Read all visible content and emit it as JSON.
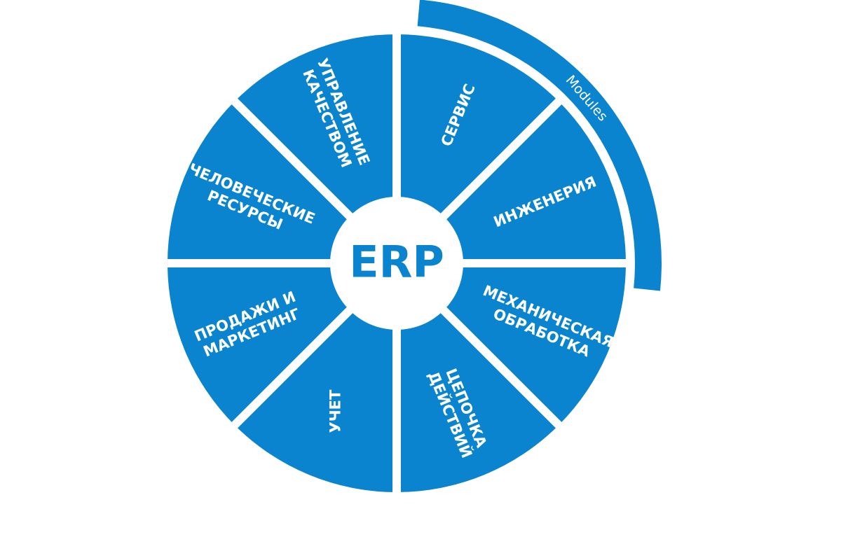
{
  "colors": {
    "segment": "#0a84cf",
    "separator": "#ffffff",
    "center_fill": "#ffffff",
    "center_text": "#0a84cf",
    "background": "#ffffff"
  },
  "center": {
    "label": "ERP"
  },
  "outer_ring": {
    "label": "Modules"
  },
  "segments": [
    {
      "id": "service",
      "lines": [
        "СЕРВИС"
      ]
    },
    {
      "id": "engineering",
      "lines": [
        "ИНЖЕНЕРИЯ"
      ]
    },
    {
      "id": "machining",
      "lines": [
        "МЕХАНИЧЕСКАЯ",
        "ОБРАБОТКА"
      ]
    },
    {
      "id": "supply-chain",
      "lines": [
        "ЦЕПОЧКА",
        "ДЕЙСТВИЙ"
      ]
    },
    {
      "id": "accounting",
      "lines": [
        "УЧЕТ"
      ]
    },
    {
      "id": "sales-marketing",
      "lines": [
        "ПРОДАЖИ И",
        "МАРКЕТИНГ"
      ]
    },
    {
      "id": "human-resources",
      "lines": [
        "ЧЕЛОВЕЧЕСКИЕ",
        "РЕСУРСЫ"
      ]
    },
    {
      "id": "quality-management",
      "lines": [
        "УПРАВЛЕНИЕ",
        "КАЧЕСТВОМ"
      ]
    }
  ]
}
